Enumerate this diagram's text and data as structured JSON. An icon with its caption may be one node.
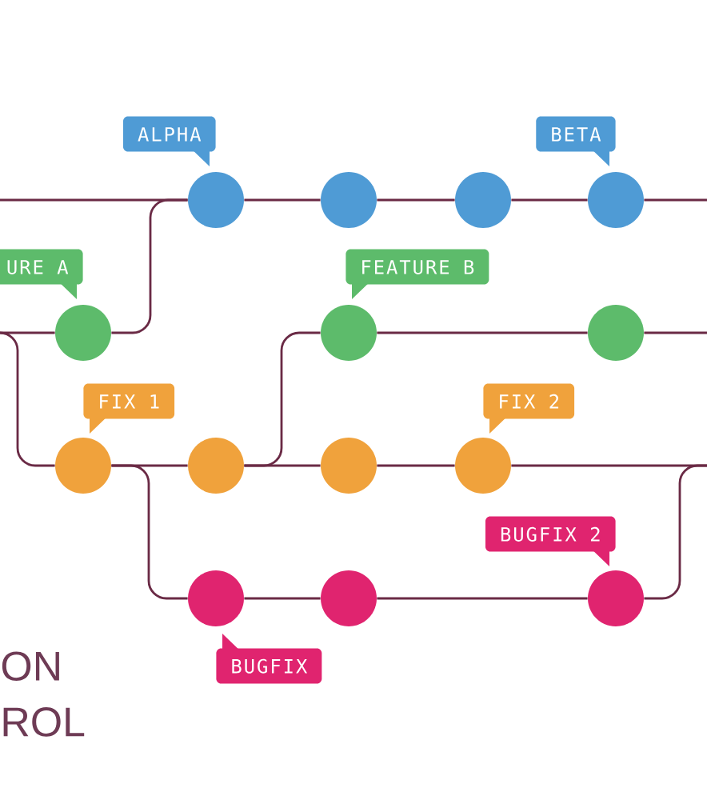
{
  "diagram": {
    "title": "ON ROL",
    "nodes": [
      {
        "text": [
          "ALPHA"
        ]
      },
      {
        "text": [
          "BETA"
        ]
      },
      {
        "text": [],
        "shape": "circle"
      },
      {
        "text": [],
        "shape": "circle"
      },
      {
        "text": [],
        "shape": "circle"
      },
      {
        "text": [],
        "shape": "circle"
      },
      {
        "text": [
          "URE A"
        ]
      },
      {
        "text": [
          "FEATURE B"
        ]
      },
      {
        "text": [],
        "shape": "circle"
      },
      {
        "text": [],
        "shape": "circle"
      },
      {
        "text": [],
        "shape": "circle"
      },
      {
        "text": [
          "FIX 1"
        ]
      },
      {
        "text": [
          "FIX 2"
        ]
      },
      {
        "text": [],
        "shape": "circle"
      },
      {
        "text": [],
        "shape": "circle"
      },
      {
        "text": [],
        "shape": "circle"
      },
      {
        "text": [],
        "shape": "circle"
      },
      {
        "text": [
          "BUGFIX 2"
        ]
      },
      {
        "text": [],
        "shape": "circle"
      },
      {
        "text": [],
        "shape": "circle"
      },
      {
        "text": [],
        "shape": "circle"
      },
      {
        "text": [
          "BUGFIX"
        ]
      }
    ],
    "edges": [
      {
        "from": null,
        "to": 2,
        "arrow": "none"
      },
      {
        "from": 2,
        "to": 3,
        "arrow": "none"
      },
      {
        "from": 3,
        "to": 4,
        "arrow": "none"
      },
      {
        "from": 4,
        "to": 5,
        "arrow": "none"
      },
      {
        "from": 5,
        "to": null,
        "arrow": "none"
      },
      {
        "from": null,
        "to": 8,
        "arrow": "none"
      },
      {
        "from": null,
        "to": 13,
        "arrow": "none"
      },
      {
        "from": 8,
        "to": 2,
        "arrow": "none"
      },
      {
        "from": 9,
        "to": 10,
        "arrow": "none"
      },
      {
        "from": 10,
        "to": null,
        "arrow": "none"
      },
      {
        "from": 13,
        "to": 14,
        "arrow": "none"
      },
      {
        "from": 14,
        "to": 15,
        "arrow": "none"
      },
      {
        "from": 15,
        "to": 16,
        "arrow": "none"
      },
      {
        "from": 16,
        "to": null,
        "arrow": "none"
      },
      {
        "from": 14,
        "to": 9,
        "arrow": "none"
      },
      {
        "from": 13,
        "to": 18,
        "arrow": "none"
      },
      {
        "from": 18,
        "to": 19,
        "arrow": "none"
      },
      {
        "from": 19,
        "to": 20,
        "arrow": "none"
      },
      {
        "from": 20,
        "to": null,
        "arrow": "none"
      }
    ]
  }
}
